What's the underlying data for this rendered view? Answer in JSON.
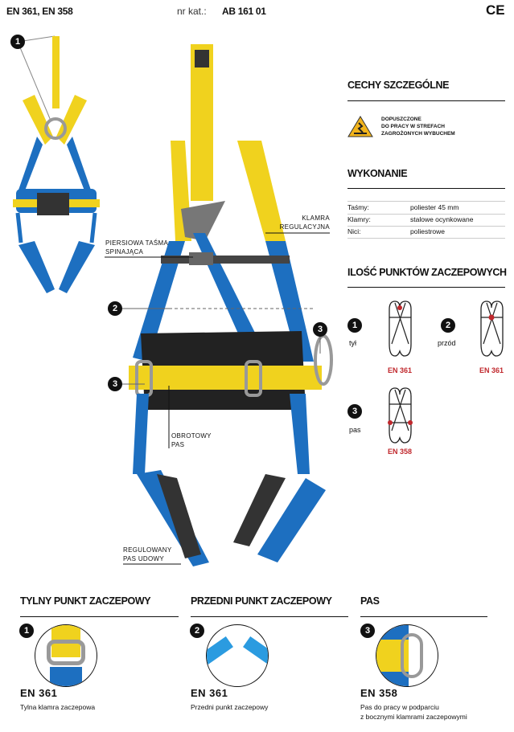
{
  "header": {
    "standards": "EN 361, EN 358",
    "catalog_label": "nr kat.:",
    "catalog_number": "AB 161 01",
    "ce_mark": "CE"
  },
  "callouts": {
    "chest_strap": [
      "PIERSIOWA TAŚMA",
      "SPINAJĄCA"
    ],
    "adjust_buckle": [
      "KLAMRA",
      "REGULACYJNA"
    ],
    "rotating_belt": [
      "OBROTOWY",
      "PAS"
    ],
    "leg_strap": [
      "REGULOWANY",
      "PAS UDOWY"
    ],
    "badges": [
      "1",
      "2",
      "3",
      "3"
    ]
  },
  "features": {
    "title": "CECHY SZCZEGÓLNE",
    "icon": "explosion-warning-icon",
    "text": [
      "DOPUSZCZONE",
      "DO PRACY W STREFACH",
      "ZAGROŻONYCH WYBUCHEM"
    ]
  },
  "construction": {
    "title": "WYKONANIE",
    "rows": [
      {
        "label": "Taśmy:",
        "value": "poliester 45 mm"
      },
      {
        "label": "Klamry:",
        "value": "stalowe ocynkowane"
      },
      {
        "label": "Nici:",
        "value": "poliestrowe"
      }
    ]
  },
  "anchor_points": {
    "title": "ILOŚĆ PUNKTÓW ZACZEPOWYCH",
    "items": [
      {
        "num": "1",
        "label": "tył",
        "standard": "EN 361"
      },
      {
        "num": "2",
        "label": "przód",
        "standard": "EN 361"
      },
      {
        "num": "3",
        "label": "pas",
        "standard": "EN 358"
      }
    ],
    "accent": "#c0282d"
  },
  "details": [
    {
      "title": "TYLNY PUNKT ZACZEPOWY",
      "num": "1",
      "standard": "EN 361",
      "desc": [
        "Tylna klamra zaczepowa"
      ]
    },
    {
      "title": "PRZEDNI PUNKT ZACZEPOWY",
      "num": "2",
      "standard": "EN 361",
      "desc": [
        "Przedni punkt zaczepowy"
      ]
    },
    {
      "title": "PAS",
      "num": "3",
      "standard": "EN 358",
      "desc": [
        "Pas do pracy w podparciu",
        "z bocznymi klamrami zaczepowymi"
      ]
    }
  ]
}
